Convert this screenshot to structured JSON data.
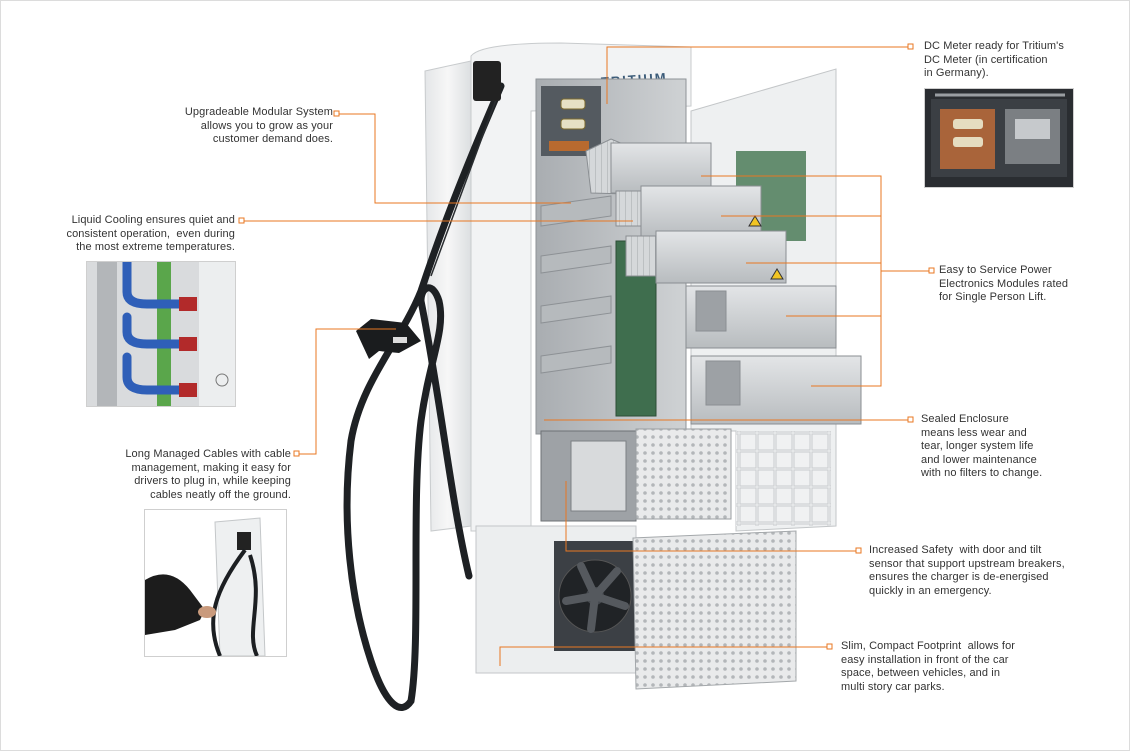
{
  "brand": "TRITIUM",
  "accent_color": "#e87722",
  "callouts": {
    "dc_meter": "DC Meter ready for Tritium's\nDC Meter (in certification\nin Germany).",
    "modular": "Upgradeable Modular System\nallows you to grow as your\ncustomer demand does.",
    "liquid_cooling": "Liquid Cooling ensures quiet and\nconsistent operation,  even during\nthe most extreme temperatures.",
    "power_modules": "Easy to Service Power\nElectronics Modules rated\nfor Single Person Lift.",
    "sealed": "Sealed Enclosure\nmeans less wear and\ntear, longer system life\nand lower maintenance\nwith no filters to change.",
    "cables": "Long Managed Cables with cable\nmanagement, making it easy for\ndrivers to plug in, while keeping\ncables neatly off the ground.",
    "safety": "Increased Safety  with door and tilt\nsensor that support upstream breakers,\nensures the charger is de-energised\nquickly in an emergency.",
    "footprint": "Slim, Compact Footprint  allows for\neasy installation in front of the car\nspace, between vehicles, and in\nmulti story car parks."
  }
}
